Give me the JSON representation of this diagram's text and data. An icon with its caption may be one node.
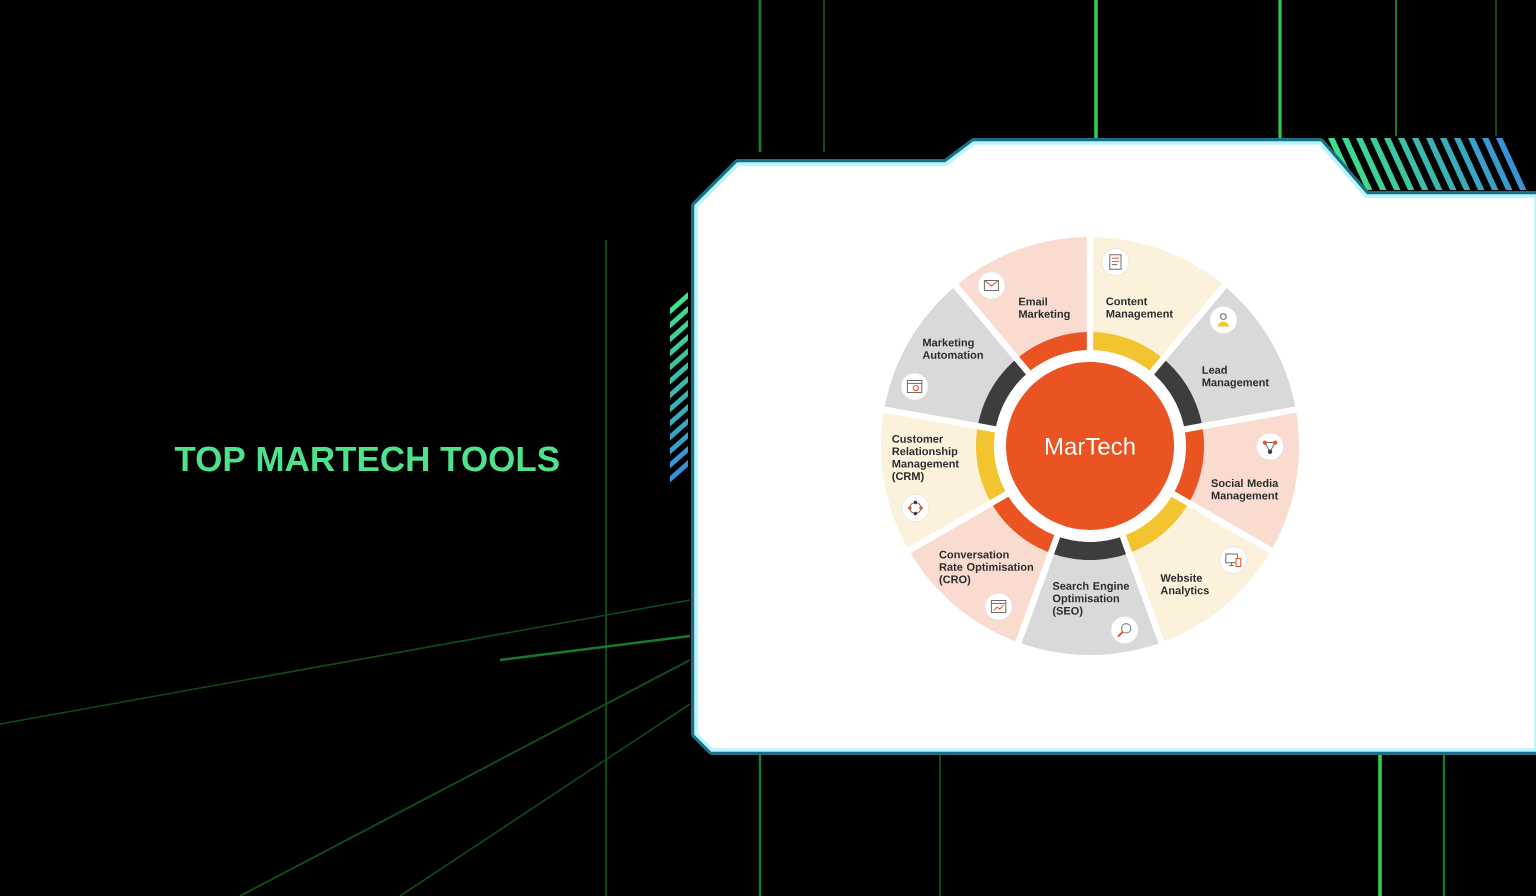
{
  "diagram": {
    "title": "TOP MARTECH TOOLS",
    "nodes": [
      {
        "text": [
          "MarTech"
        ]
      },
      {
        "text": [
          "Email Marketing"
        ]
      },
      {
        "text": [
          "Content Management"
        ]
      },
      {
        "text": [
          "Lead Management"
        ]
      },
      {
        "text": [
          "Social Media Management"
        ]
      },
      {
        "text": [
          "Website Analytics"
        ]
      },
      {
        "text": [
          "Search Engine Optimisation (SEO)"
        ]
      },
      {
        "text": [
          "Conversation Rate Optimisation (CRO)"
        ]
      },
      {
        "text": [
          "Customer Relationship Management (CRM)"
        ]
      },
      {
        "text": [
          "Marketing Automation"
        ]
      }
    ]
  }
}
